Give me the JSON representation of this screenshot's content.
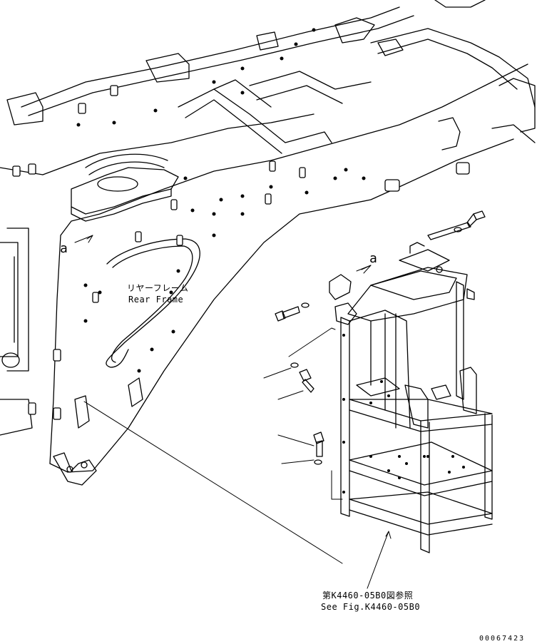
{
  "labels": {
    "frame_jp": "リヤーフレーム",
    "frame_en": "Rear Frame",
    "callout_left": "a",
    "callout_right": "a",
    "ref_jp": "第K4460-05B0図参照",
    "ref_en": "See Fig.K4460-05B0",
    "doc_id": "00067423"
  }
}
